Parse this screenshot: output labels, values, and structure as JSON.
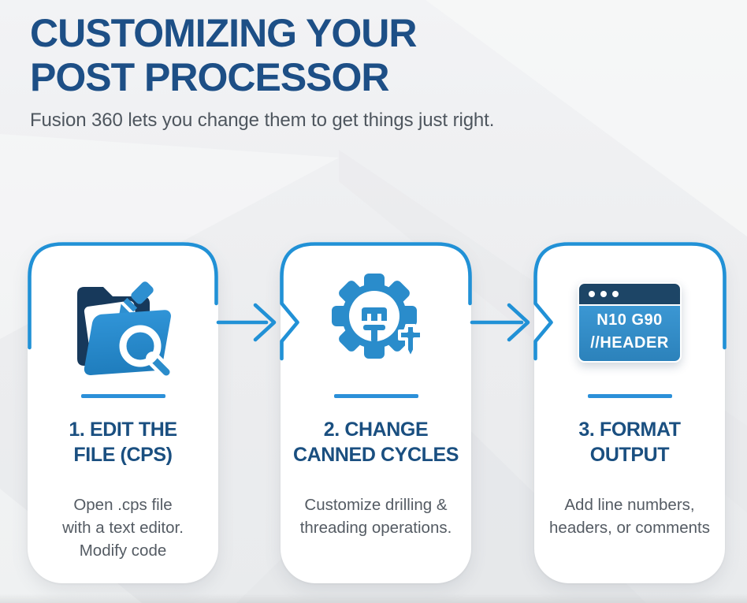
{
  "header": {
    "title": "CUSTOMIZING YOUR\nPOST PROCESSOR",
    "subtitle": "Fusion 360 lets you change them to get things just right."
  },
  "steps": [
    {
      "icon": "folder-edit-search-icon",
      "heading": "1. EDIT THE\nFILE (CPS)",
      "body": "Open .cps file\nwith a text editor.\nModify code"
    },
    {
      "icon": "gear-canned-cycle-icon",
      "heading": "2. CHANGE\nCANNED CYCLES",
      "body": "Customize drilling &\nthreading operations."
    },
    {
      "icon": "code-window-icon",
      "window_text": "N10 G90\n//HEADER",
      "heading": "3. FORMAT\nOUTPUT",
      "body": "Add line numbers,\nheaders, or comments"
    }
  ],
  "colors": {
    "accent_blue": "#2191d6",
    "icon_blue": "#2e8fd0",
    "dark_navy": "#17395b",
    "title_navy": "#1d4f86",
    "heading_navy": "#1a4f80",
    "body_gray": "#545b63",
    "background": "#ecedef",
    "card_white": "#ffffff"
  }
}
